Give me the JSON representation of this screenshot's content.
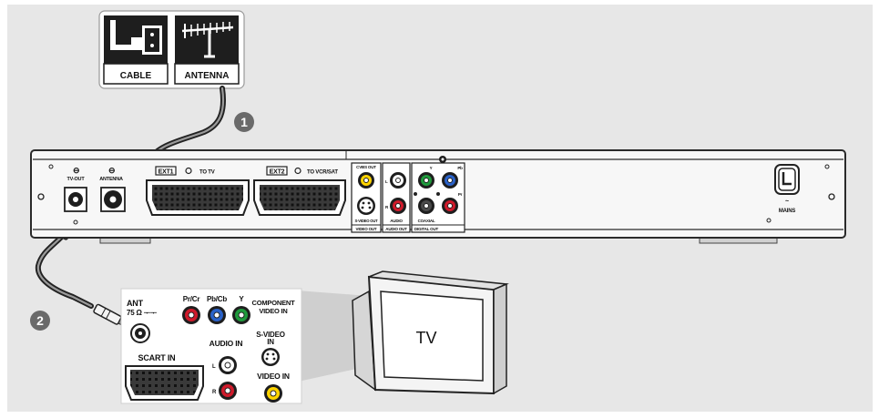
{
  "source_box": {
    "cable_label": "CABLE",
    "antenna_label": "ANTENNA"
  },
  "steps": {
    "step1": "1",
    "step2": "2"
  },
  "recorder": {
    "tv_out": "TV-OUT",
    "antenna_in": "ANTENNA",
    "ext1_tag": "EXT1",
    "ext1_dest": "TO TV",
    "ext2_tag": "EXT2",
    "ext2_dest": "TO VCR/SAT",
    "cvbs_out": "CVBS OUT",
    "s_video_out": "S-VIDEO OUT",
    "video_out": "VIDEO OUT",
    "audio": "AUDIO",
    "audio_out": "AUDIO OUT",
    "coaxial": "COAXIAL",
    "digital_out": "DIGITAL OUT",
    "y": "Y",
    "pb": "Pb",
    "pr": "Pr",
    "l": "L",
    "r": "R",
    "mains": "MAINS"
  },
  "tv_panel": {
    "ant": "ANT",
    "ant_ohm": "75 Ω ᅮᅮ",
    "pr_cr": "Pr/Cr",
    "pb_cb": "Pb/Cb",
    "y": "Y",
    "component_1": "COMPONENT",
    "component_2": "VIDEO IN",
    "s_video_1": "S-VIDEO",
    "s_video_2": "IN",
    "audio_in": "AUDIO IN",
    "l": "L",
    "r": "R",
    "scart_in": "SCART IN",
    "video_in": "VIDEO IN"
  },
  "tv": {
    "label": "TV"
  }
}
